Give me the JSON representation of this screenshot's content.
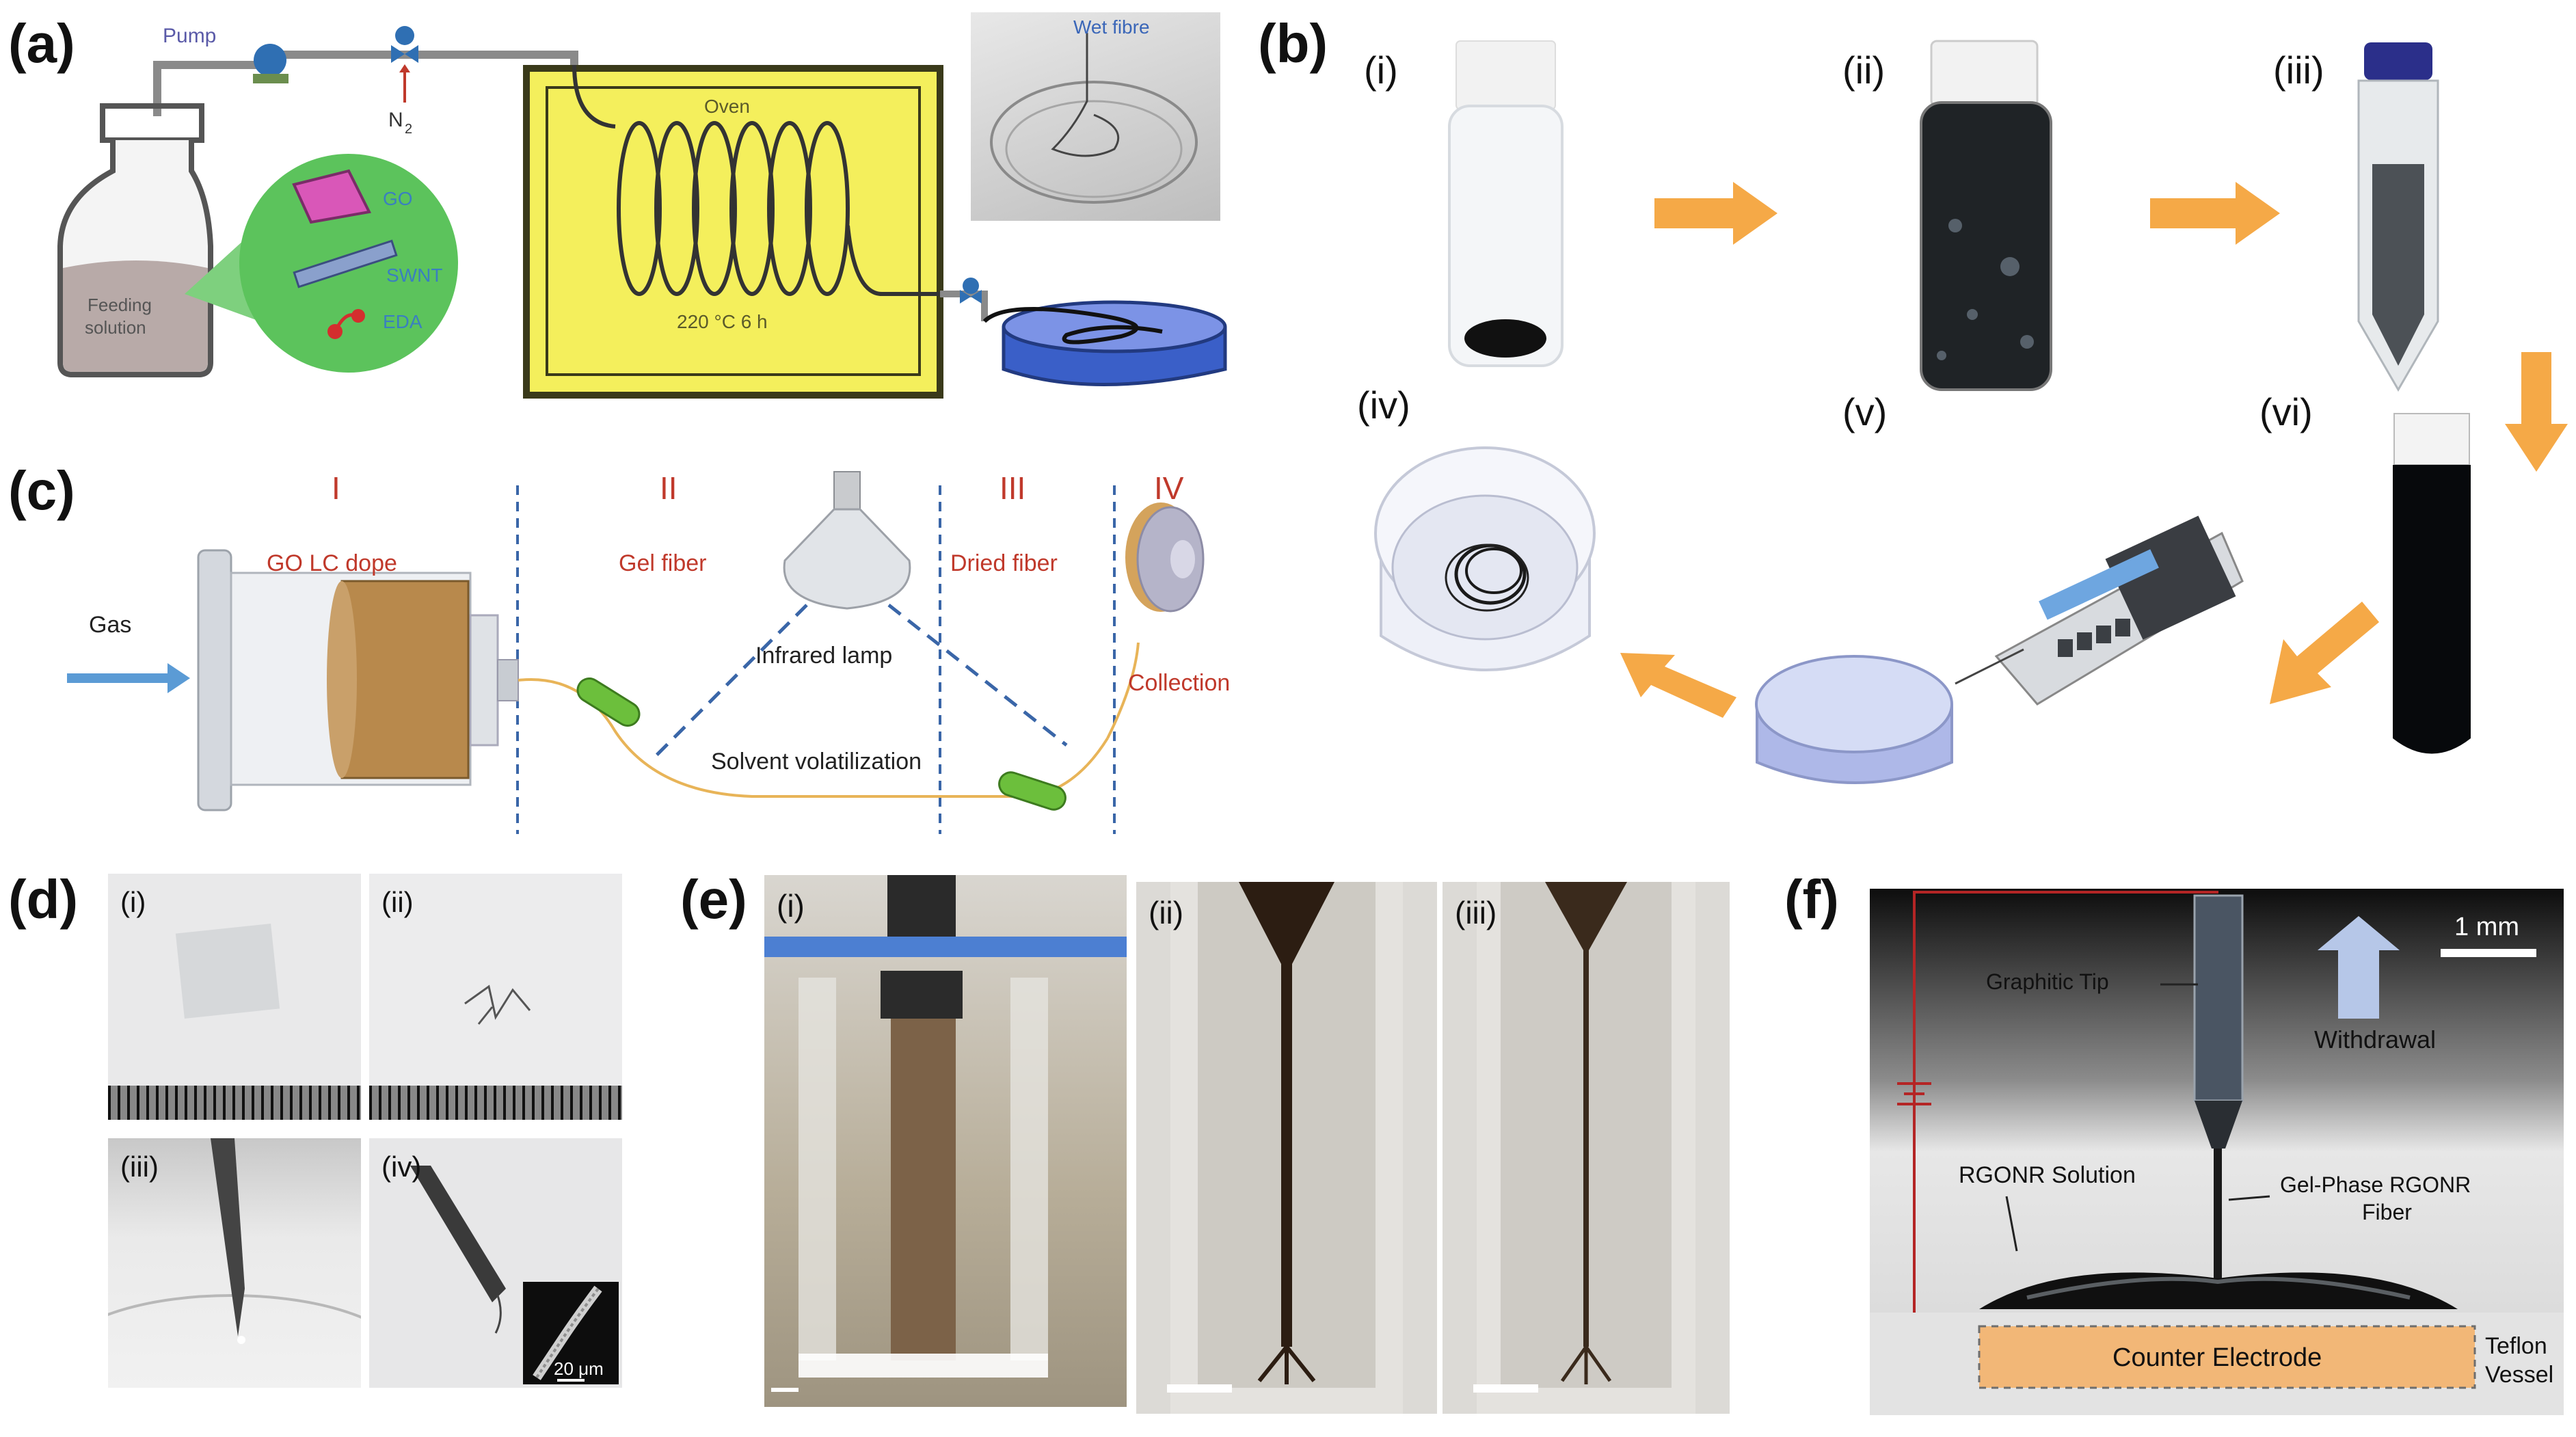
{
  "panels": {
    "a": {
      "letter": "(a)",
      "pump": "Pump",
      "gas": "N",
      "gas_sub": "2",
      "oven": "Oven",
      "condition": "220 °C 6 h",
      "wet_fibre": "Wet fibre",
      "feeding_line1": "Feeding",
      "feeding_line2": "solution",
      "legend": [
        "GO",
        "SWNT",
        "EDA"
      ]
    },
    "b": {
      "letter": "(b)",
      "steps": [
        "(i)",
        "(ii)",
        "(iii)",
        "(iv)",
        "(v)",
        "(vi)"
      ]
    },
    "c": {
      "letter": "(c)",
      "stages": [
        "I",
        "II",
        "III",
        "IV"
      ],
      "gas": "Gas",
      "dope": "GO LC dope",
      "gel": "Gel fiber",
      "lamp": "Infrared lamp",
      "dried": "Dried fiber",
      "collection": "Collection",
      "solvent": "Solvent volatilization"
    },
    "d": {
      "letter": "(d)",
      "subs": [
        "(i)",
        "(ii)",
        "(iii)",
        "(iv)"
      ],
      "scale": "20 μm"
    },
    "e": {
      "letter": "(e)",
      "subs": [
        "(i)",
        "(ii)",
        "(iii)"
      ]
    },
    "f": {
      "letter": "(f)",
      "scale": "1 mm",
      "tip": "Graphitic Tip",
      "withdrawal": "Withdrawal",
      "solution": "RGONR Solution",
      "fiber_line1": "Gel-Phase RGONR",
      "fiber_line2": "Fiber",
      "electrode": "Counter Electrode",
      "vessel_line1": "Teflon",
      "vessel_line2": "Vessel"
    }
  },
  "colors": {
    "oven_border": "#3a3a1a",
    "oven_fill": "#f4ef5c",
    "arrow": "#f5a947",
    "stage_label": "#c0392b",
    "fiber": "#e8b458",
    "capsule": "#6cbf3c",
    "dashed": "#3a66a8"
  }
}
